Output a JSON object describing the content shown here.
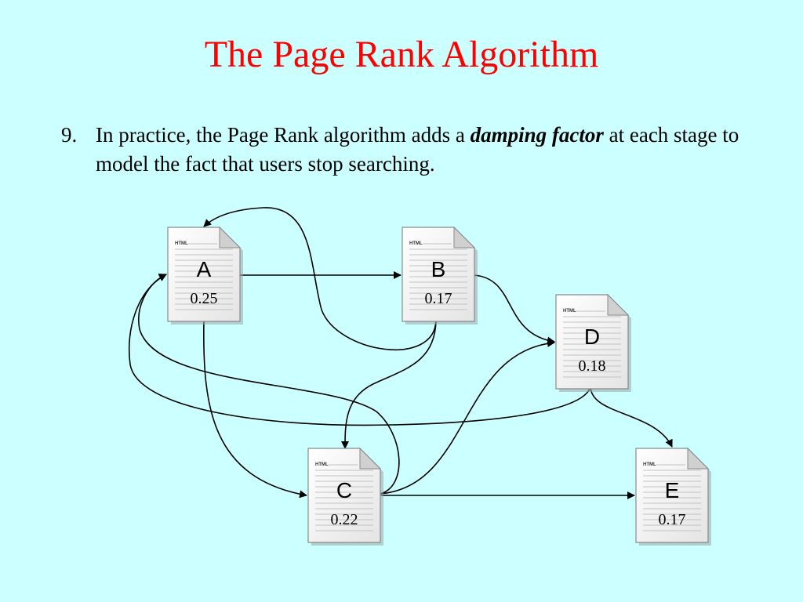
{
  "slide": {
    "title": "The Page Rank Algorithm",
    "point": {
      "number": "9.",
      "text_before": "In practice, the Page Rank algorithm adds a ",
      "emphasis": "damping factor",
      "text_after": " at each stage to model the fact that users stop searching."
    }
  },
  "diagram": {
    "doc_tag": "HTML",
    "nodes": [
      {
        "id": "A",
        "label": "A",
        "rank": "0.25"
      },
      {
        "id": "B",
        "label": "B",
        "rank": "0.17"
      },
      {
        "id": "C",
        "label": "C",
        "rank": "0.22"
      },
      {
        "id": "D",
        "label": "D",
        "rank": "0.18"
      },
      {
        "id": "E",
        "label": "E",
        "rank": "0.17"
      }
    ],
    "links": [
      {
        "from": "A",
        "to": "B"
      },
      {
        "from": "A",
        "to": "C"
      },
      {
        "from": "B",
        "to": "A"
      },
      {
        "from": "B",
        "to": "C"
      },
      {
        "from": "B",
        "to": "D"
      },
      {
        "from": "C",
        "to": "A"
      },
      {
        "from": "C",
        "to": "D"
      },
      {
        "from": "C",
        "to": "E"
      },
      {
        "from": "D",
        "to": "A"
      },
      {
        "from": "D",
        "to": "E"
      }
    ]
  }
}
